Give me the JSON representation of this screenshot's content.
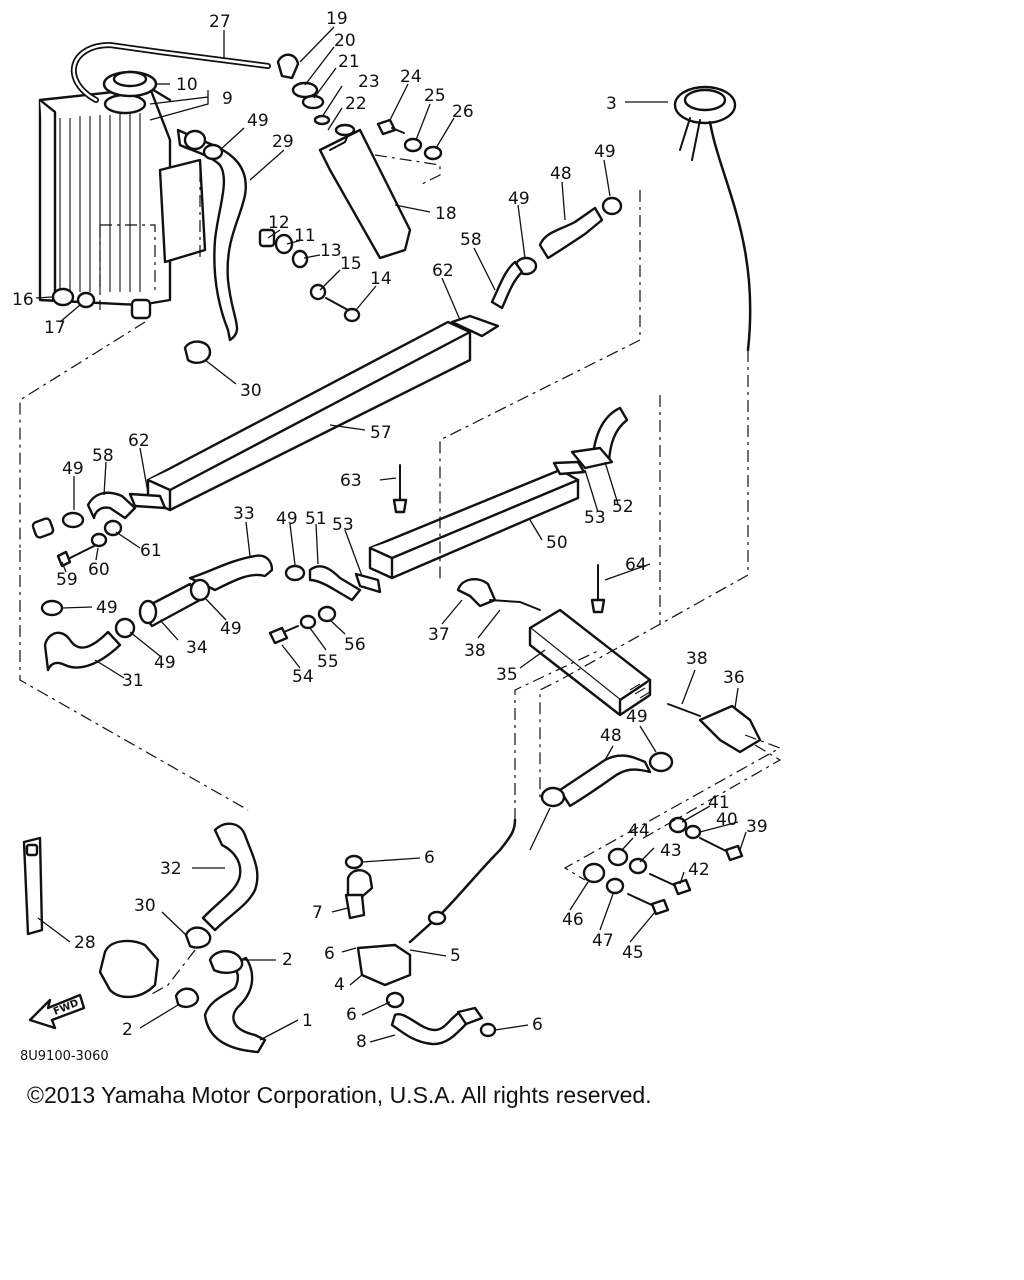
{
  "diagram": {
    "callouts": [
      "27",
      "19",
      "20",
      "21",
      "23",
      "22",
      "24",
      "25",
      "26",
      "10",
      "9",
      "49",
      "29",
      "18",
      "12",
      "11",
      "13",
      "15",
      "14",
      "16",
      "17",
      "30",
      "3",
      "49",
      "48",
      "49",
      "58",
      "62",
      "57",
      "62",
      "58",
      "49",
      "63",
      "61",
      "60",
      "59",
      "33",
      "49",
      "51",
      "53",
      "50",
      "53",
      "52",
      "64",
      "49",
      "34",
      "49",
      "49",
      "31",
      "37",
      "38",
      "35",
      "54",
      "55",
      "56",
      "38",
      "36",
      "49",
      "48",
      "41",
      "40",
      "39",
      "44",
      "43",
      "42",
      "46",
      "47",
      "45",
      "32",
      "6",
      "30",
      "28",
      "7",
      "6",
      "2",
      "5",
      "4",
      "6",
      "2",
      "1",
      "8",
      "6"
    ],
    "drawing_code": "8U9100-3060",
    "fwd_label": "FWD"
  },
  "footer": {
    "copyright": "©2013 Yamaha Motor Corporation, U.S.A. All rights reserved."
  }
}
